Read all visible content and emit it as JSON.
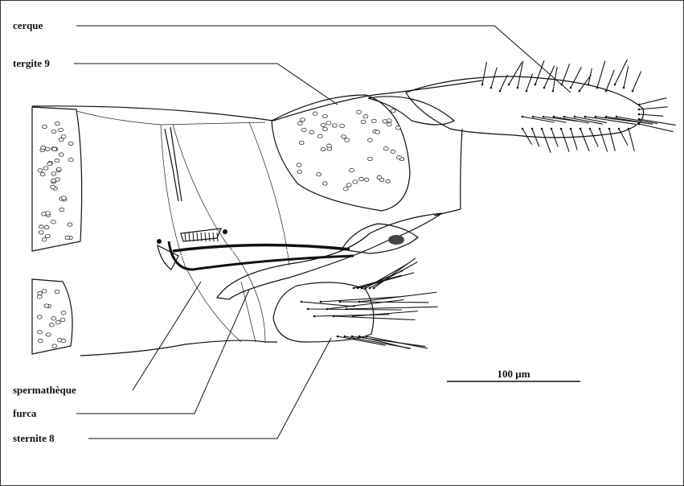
{
  "labels": {
    "cerque": "cerque",
    "tergite9": "tergite 9",
    "spermatheque": "spermathèque",
    "furca": "furca",
    "sternite8": "sternite 8"
  },
  "scale_bar": {
    "label": "100 µm"
  },
  "colors": {
    "ink": "#111111",
    "paper": "#ffffff"
  }
}
